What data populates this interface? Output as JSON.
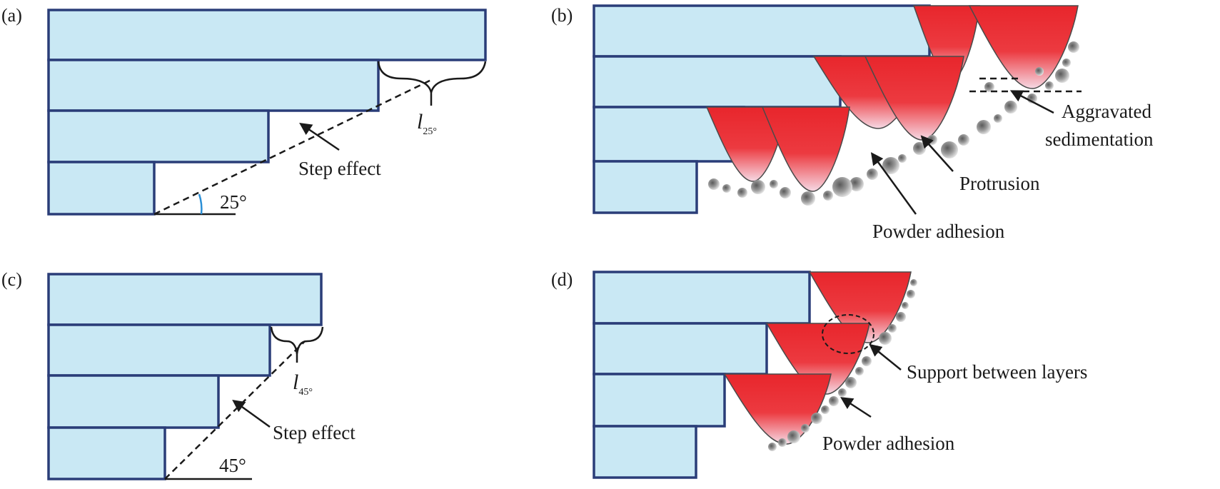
{
  "panels": {
    "a": {
      "letter": "(a)",
      "step_effect": "Step effect",
      "angle": "25°",
      "l_main": "l",
      "l_sub": "25°"
    },
    "b": {
      "letter": "(b)",
      "aggravated_line1": "Aggravated",
      "aggravated_line2": "sedimentation",
      "protrusion": "Protrusion",
      "powder_adhesion": "Powder adhesion"
    },
    "c": {
      "letter": "(c)",
      "step_effect": "Step effect",
      "angle": "45°",
      "l_main": "l",
      "l_sub": "45°"
    },
    "d": {
      "letter": "(d)",
      "support": "Support between layers",
      "powder_adhesion": "Powder adhesion"
    }
  },
  "colors": {
    "layer_fill": "#c9e8f4",
    "layer_stroke": "#2a3d78",
    "melt_pool_red": "#e8262c",
    "angle_arc": "#2b8fd6",
    "powder_gray": "#8a8a8a"
  }
}
